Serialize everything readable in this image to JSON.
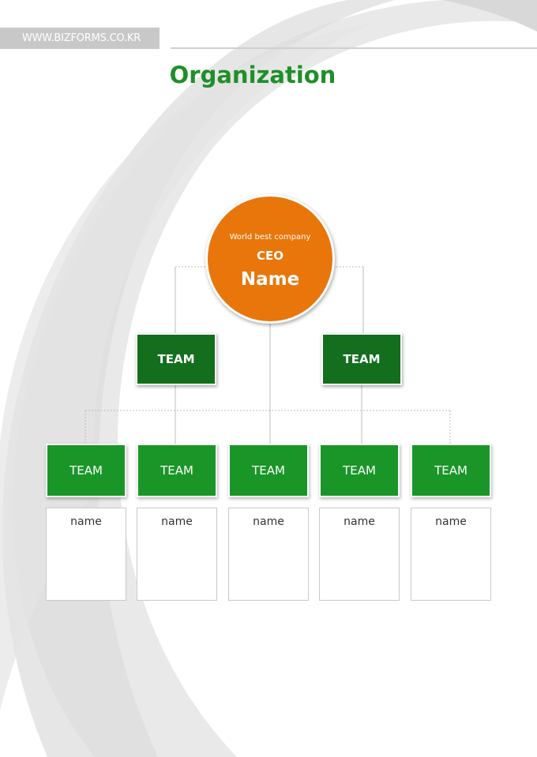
{
  "header": {
    "site": "WWW.BIZFORMS.CO.KR"
  },
  "title": "Organization",
  "ceo": {
    "subtitle": "World best company",
    "role": "CEO",
    "name": "Name"
  },
  "level1": [
    {
      "label": "TEAM"
    },
    {
      "label": "TEAM"
    }
  ],
  "level2": [
    {
      "label": "TEAM",
      "name": "name"
    },
    {
      "label": "TEAM",
      "name": "name"
    },
    {
      "label": "TEAM",
      "name": "name"
    },
    {
      "label": "TEAM",
      "name": "name"
    },
    {
      "label": "TEAM",
      "name": "name"
    }
  ],
  "colors": {
    "title_green": "#1f8f2a",
    "ceo_orange": "#e8760b",
    "team_dark_green": "#136f1e",
    "team_green": "#199627",
    "header_gray": "#c8c8c8"
  }
}
